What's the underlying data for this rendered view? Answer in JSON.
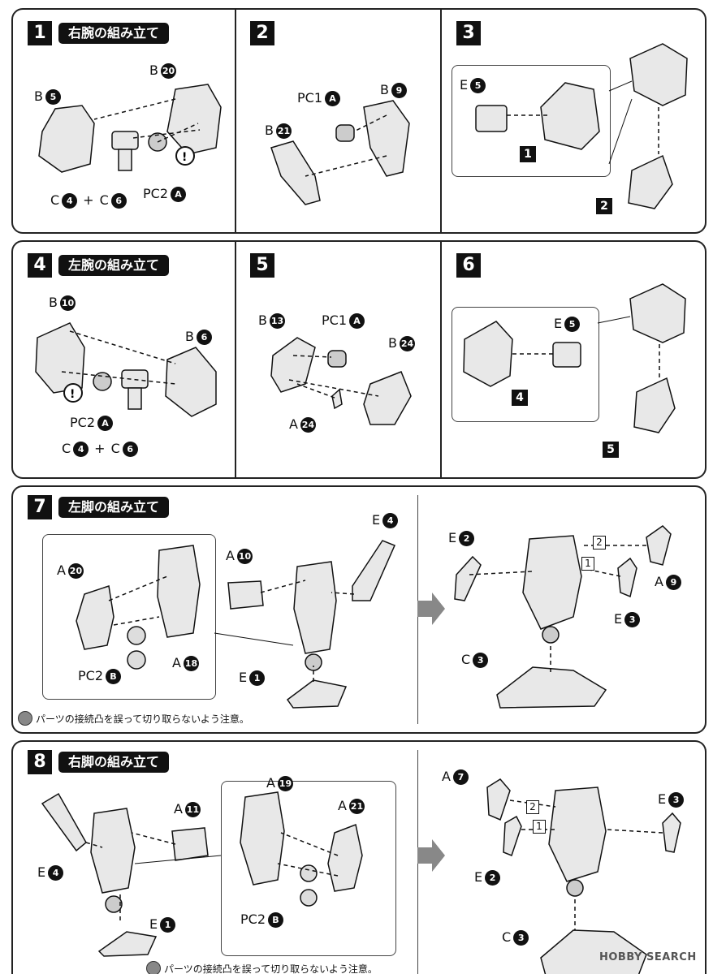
{
  "steps": {
    "s1": {
      "num": "1",
      "title": "右腕の組み立て"
    },
    "s2": {
      "num": "2"
    },
    "s3": {
      "num": "3"
    },
    "s4": {
      "num": "4",
      "title": "左腕の組み立て"
    },
    "s5": {
      "num": "5"
    },
    "s6": {
      "num": "6"
    },
    "s7": {
      "num": "7",
      "title": "左脚の組み立て"
    },
    "s8": {
      "num": "8",
      "title": "右脚の組み立て"
    }
  },
  "labels": {
    "s1": {
      "b20": {
        "runner": "B",
        "num": "20"
      },
      "b5": {
        "runner": "B",
        "num": "5"
      },
      "c4c6": {
        "a": "C",
        "an": "4",
        "plus": "+",
        "b": "C",
        "bn": "6"
      },
      "pc2a": {
        "runner": "PC2",
        "num": "A"
      }
    },
    "s2": {
      "pc1a": {
        "runner": "PC1",
        "num": "A"
      },
      "b9": {
        "runner": "B",
        "num": "9"
      },
      "b21": {
        "runner": "B",
        "num": "21"
      }
    },
    "s3": {
      "e5": {
        "runner": "E",
        "num": "5"
      },
      "sq1": "1",
      "sq2": "2"
    },
    "s4": {
      "b10": {
        "runner": "B",
        "num": "10"
      },
      "b6": {
        "runner": "B",
        "num": "6"
      },
      "pc2a": {
        "runner": "PC2",
        "num": "A"
      },
      "c4c6": {
        "a": "C",
        "an": "4",
        "plus": "+",
        "b": "C",
        "bn": "6"
      }
    },
    "s5": {
      "b13": {
        "runner": "B",
        "num": "13"
      },
      "pc1a": {
        "runner": "PC1",
        "num": "A"
      },
      "b24": {
        "runner": "B",
        "num": "24"
      },
      "a24": {
        "runner": "A",
        "num": "24"
      }
    },
    "s6": {
      "e5": {
        "runner": "E",
        "num": "5"
      },
      "sq4": "4",
      "sq5": "5"
    },
    "s7": {
      "a20": {
        "runner": "A",
        "num": "20"
      },
      "a18": {
        "runner": "A",
        "num": "18"
      },
      "pc2b": {
        "runner": "PC2",
        "num": "B"
      },
      "a10": {
        "runner": "A",
        "num": "10"
      },
      "e4": {
        "runner": "E",
        "num": "4"
      },
      "e1": {
        "runner": "E",
        "num": "1"
      },
      "e2": {
        "runner": "E",
        "num": "2"
      },
      "a9": {
        "runner": "A",
        "num": "9"
      },
      "e3": {
        "runner": "E",
        "num": "3"
      },
      "c3": {
        "runner": "C",
        "num": "3"
      },
      "ord2": "2",
      "ord1": "1",
      "note": "パーツの接続凸を誤って切り取らないよう注意。"
    },
    "s8": {
      "e4": {
        "runner": "E",
        "num": "4"
      },
      "a11": {
        "runner": "A",
        "num": "11"
      },
      "e1": {
        "runner": "E",
        "num": "1"
      },
      "a19": {
        "runner": "A",
        "num": "19"
      },
      "a21": {
        "runner": "A",
        "num": "21"
      },
      "pc2b": {
        "runner": "PC2",
        "num": "B"
      },
      "a7": {
        "runner": "A",
        "num": "7"
      },
      "e2": {
        "runner": "E",
        "num": "2"
      },
      "e3": {
        "runner": "E",
        "num": "3"
      },
      "c3": {
        "runner": "C",
        "num": "3"
      },
      "ord2": "2",
      "ord1": "1",
      "note": "パーツの接続凸を誤って切り取らないよう注意。"
    }
  },
  "watermark": "HOBBY SEARCH"
}
